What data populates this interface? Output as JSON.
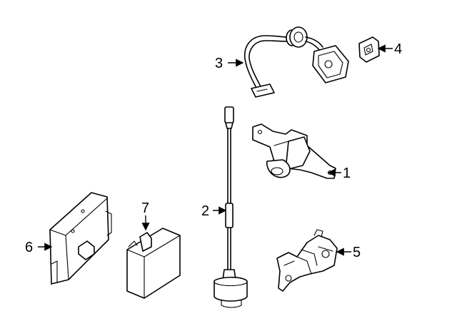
{
  "callouts": [
    {
      "number": "1"
    },
    {
      "number": "2"
    },
    {
      "number": "3"
    },
    {
      "number": "4"
    },
    {
      "number": "5"
    },
    {
      "number": "6"
    },
    {
      "number": "7"
    }
  ],
  "colors": {
    "line": "#000000",
    "background": "#ffffff"
  }
}
